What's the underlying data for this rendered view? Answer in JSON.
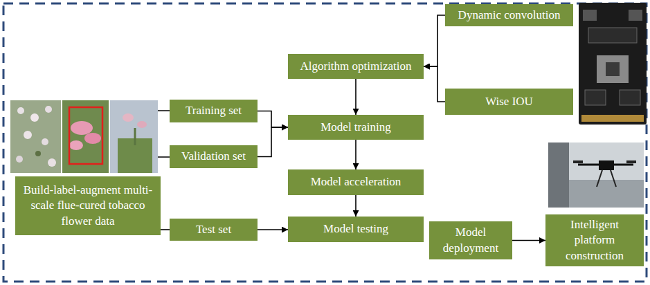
{
  "diagram": {
    "nodes": [
      {
        "text": [
          "Dynamic convolution"
        ]
      },
      {
        "text": [
          "Algorithm optimization"
        ]
      },
      {
        "text": [
          "Wise IOU"
        ]
      },
      {
        "text": [
          "Training set"
        ]
      },
      {
        "text": [
          "Model training"
        ]
      },
      {
        "text": [
          "Validation set"
        ]
      },
      {
        "text": [
          "Build-label-augment multi-scale flue-cured tobacco flower data"
        ]
      },
      {
        "text": [
          "Model acceleration"
        ]
      },
      {
        "text": [
          "Test set"
        ]
      },
      {
        "text": [
          "Model testing"
        ]
      },
      {
        "text": [
          "Model deployment"
        ]
      },
      {
        "text": [
          "Intelligent platform construction"
        ]
      }
    ],
    "edges": [
      {
        "from": 0,
        "to": 1,
        "arrow": "to"
      },
      {
        "from": 2,
        "to": 1,
        "arrow": "to"
      },
      {
        "from": 1,
        "to": 4,
        "arrow": "to"
      },
      {
        "from": 3,
        "to": 4,
        "arrow": "to"
      },
      {
        "from": 5,
        "to": 4,
        "arrow": "to"
      },
      {
        "from": 4,
        "to": 7,
        "arrow": "to"
      },
      {
        "from": 7,
        "to": 9,
        "arrow": "to"
      },
      {
        "from": 6,
        "to": 8,
        "arrow": "none"
      },
      {
        "from": 8,
        "to": 9,
        "arrow": "to"
      },
      {
        "from": 10,
        "to": 11,
        "arrow": "to"
      }
    ]
  }
}
